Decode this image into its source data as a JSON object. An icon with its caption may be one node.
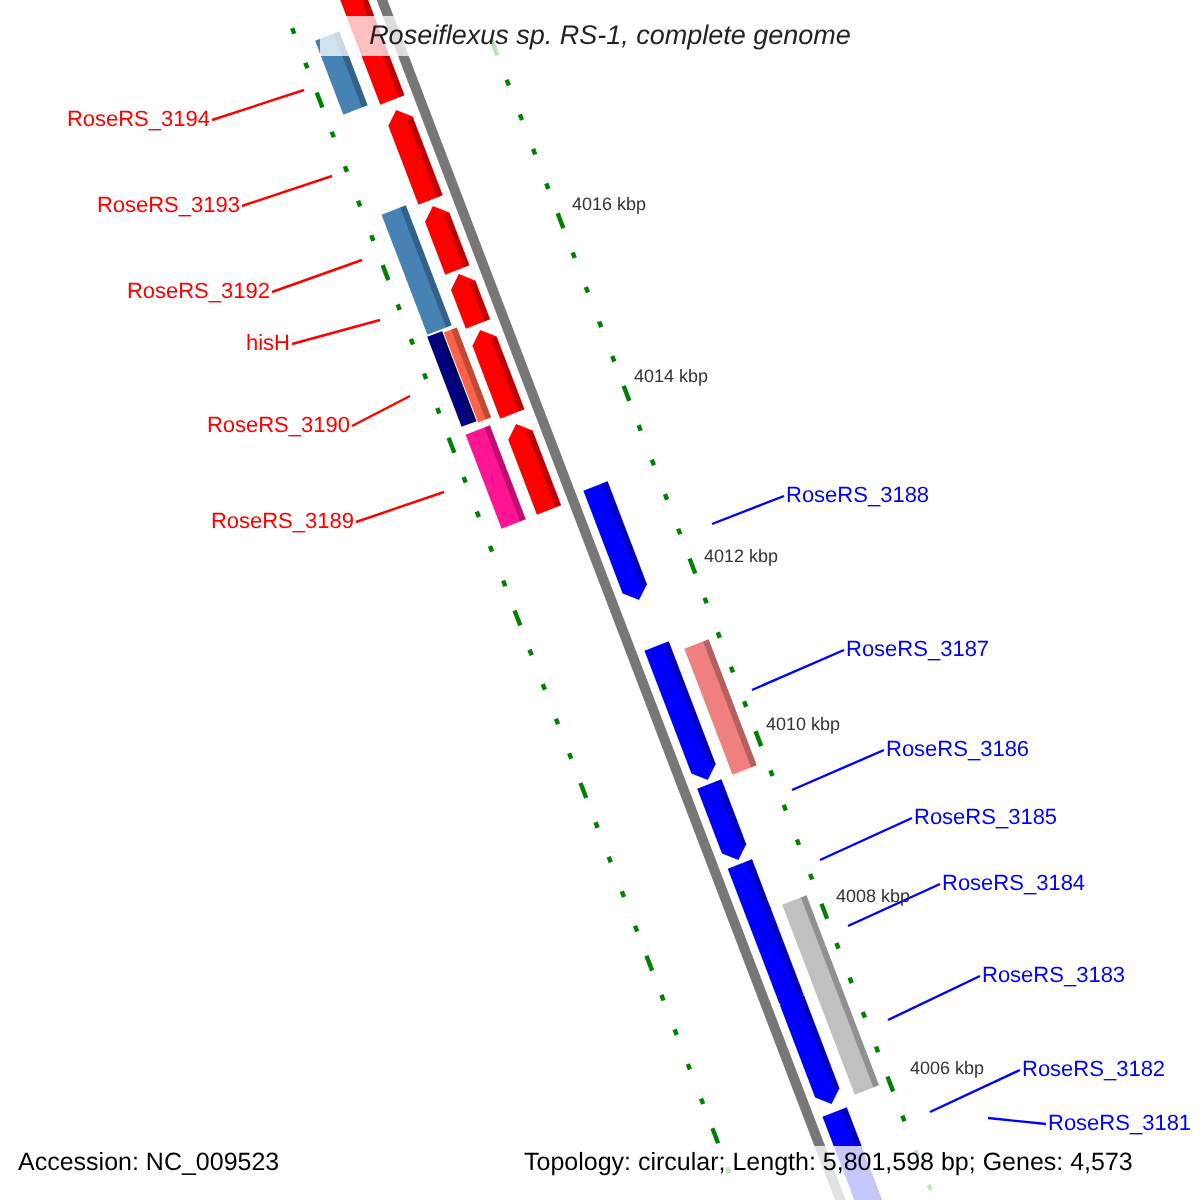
{
  "diagram": {
    "title": "Roseiflexus sp. RS-1, complete genome",
    "nodes": [
      {
        "text": [
          "RoseRS_3194"
        ]
      },
      {
        "text": [
          "RoseRS_3193"
        ]
      },
      {
        "text": [
          "RoseRS_3192"
        ]
      },
      {
        "text": [
          "hisH"
        ]
      },
      {
        "text": [
          "RoseRS_3190"
        ]
      },
      {
        "text": [
          "RoseRS_3189"
        ]
      },
      {
        "text": [
          "RoseRS_3188"
        ]
      },
      {
        "text": [
          "RoseRS_3187"
        ]
      },
      {
        "text": [
          "RoseRS_3186"
        ]
      },
      {
        "text": [
          "RoseRS_3185"
        ]
      },
      {
        "text": [
          "RoseRS_3184"
        ]
      },
      {
        "text": [
          "RoseRS_3183"
        ]
      },
      {
        "text": [
          "RoseRS_3182"
        ]
      },
      {
        "text": [
          "RoseRS_3181"
        ]
      }
    ],
    "edges": [
      {
        "from": 0,
        "to": null,
        "arrow": "none",
        "color": "#ff0000"
      },
      {
        "from": 1,
        "to": null,
        "arrow": "none",
        "color": "#ff0000"
      },
      {
        "from": 2,
        "to": null,
        "arrow": "none",
        "color": "#ff0000"
      },
      {
        "from": 3,
        "to": null,
        "arrow": "none",
        "color": "#ff0000"
      },
      {
        "from": 4,
        "to": null,
        "arrow": "none",
        "color": "#ff0000"
      },
      {
        "from": 5,
        "to": null,
        "arrow": "none",
        "color": "#ff0000"
      },
      {
        "from": 6,
        "to": null,
        "arrow": "none"
      },
      {
        "from": 7,
        "to": null,
        "arrow": "none"
      },
      {
        "from": 8,
        "to": null,
        "arrow": "none"
      },
      {
        "from": 9,
        "to": null,
        "arrow": "none"
      },
      {
        "from": 10,
        "to": null,
        "arrow": "none"
      },
      {
        "from": 11,
        "to": null,
        "arrow": "none"
      },
      {
        "from": 12,
        "to": null,
        "arrow": "none"
      },
      {
        "from": 13,
        "to": null,
        "arrow": "none"
      }
    ],
    "labels": [
      "4016 kbp",
      "4014 kbp",
      "4012 kbp",
      "4010 kbp",
      "4008 kbp",
      "4006 kbp",
      "Accession: NC_009523",
      "Topology: circular; Length: 5,801,598 bp; Genes: 4,573"
    ]
  }
}
